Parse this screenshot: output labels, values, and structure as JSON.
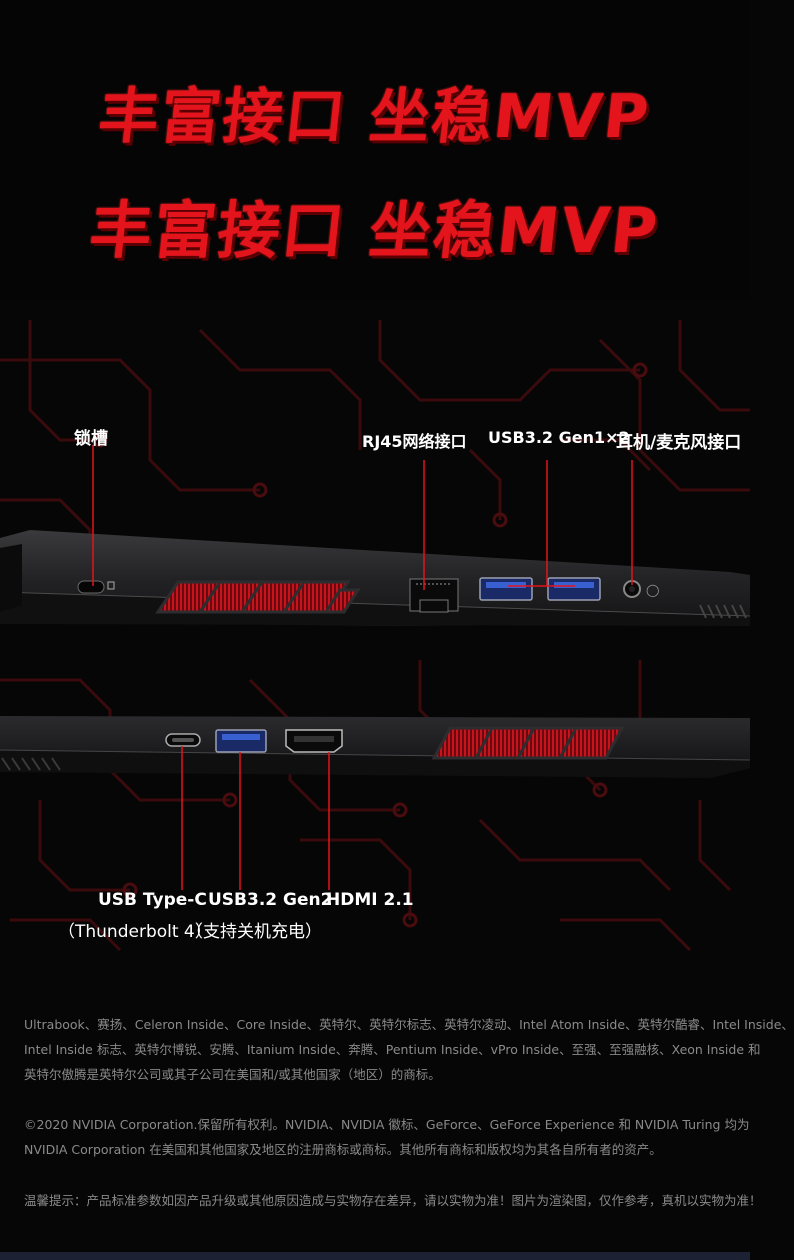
{
  "headline": {
    "line1": "丰富接口 坐稳MVP",
    "line2": "丰富接口 坐稳MVP"
  },
  "ports": {
    "lock": "锁槽",
    "rj45": "RJ45网络接口",
    "usb_gen1": "USB3.2 Gen1×2",
    "audio": "耳机/麦克风接口",
    "usbc_line1": "USB Type-C",
    "usbc_line2": "（Thunderbolt 4）",
    "usb_gen2_line1": "USB3.2 Gen2",
    "usb_gen2_line2": "（支持关机充电）",
    "hdmi": "HDMI 2.1"
  },
  "footer": {
    "trademark_lines": [
      "Ultrabook、赛扬、Celeron Inside、Core Inside、英特尔、英特尔标志、英特尔凌动、Intel Atom Inside、英特尔酷睿、Intel Inside、",
      "Intel Inside 标志、英特尔博锐、安腾、Itanium Inside、奔腾、Pentium Inside、vPro Inside、至强、至强融核、Xeon Inside 和",
      "英特尔傲腾是英特尔公司或其子公司在美国和/或其他国家（地区）的商标。"
    ],
    "nvidia_lines": [
      "©2020 NVIDIA Corporation.保留所有权利。NVIDIA、NVIDIA 徽标、GeForce、GeForce Experience 和 NVIDIA Turing 均为",
      "NVIDIA Corporation 在美国和其他国家及地区的注册商标或商标。其他所有商标和版权均为其各自所有者的资产。"
    ],
    "notice": "温馨提示：产品标准参数如因产品升级或其他原因造成与实物存在差异，请以实物为准！图片为渲染图，仅作参考，真机以实物为准！"
  },
  "colors": {
    "accent_red": "#e3141b",
    "background": "#060606",
    "circuit_line": "#3a0a0c",
    "footer_text": "#8a8a8a"
  }
}
